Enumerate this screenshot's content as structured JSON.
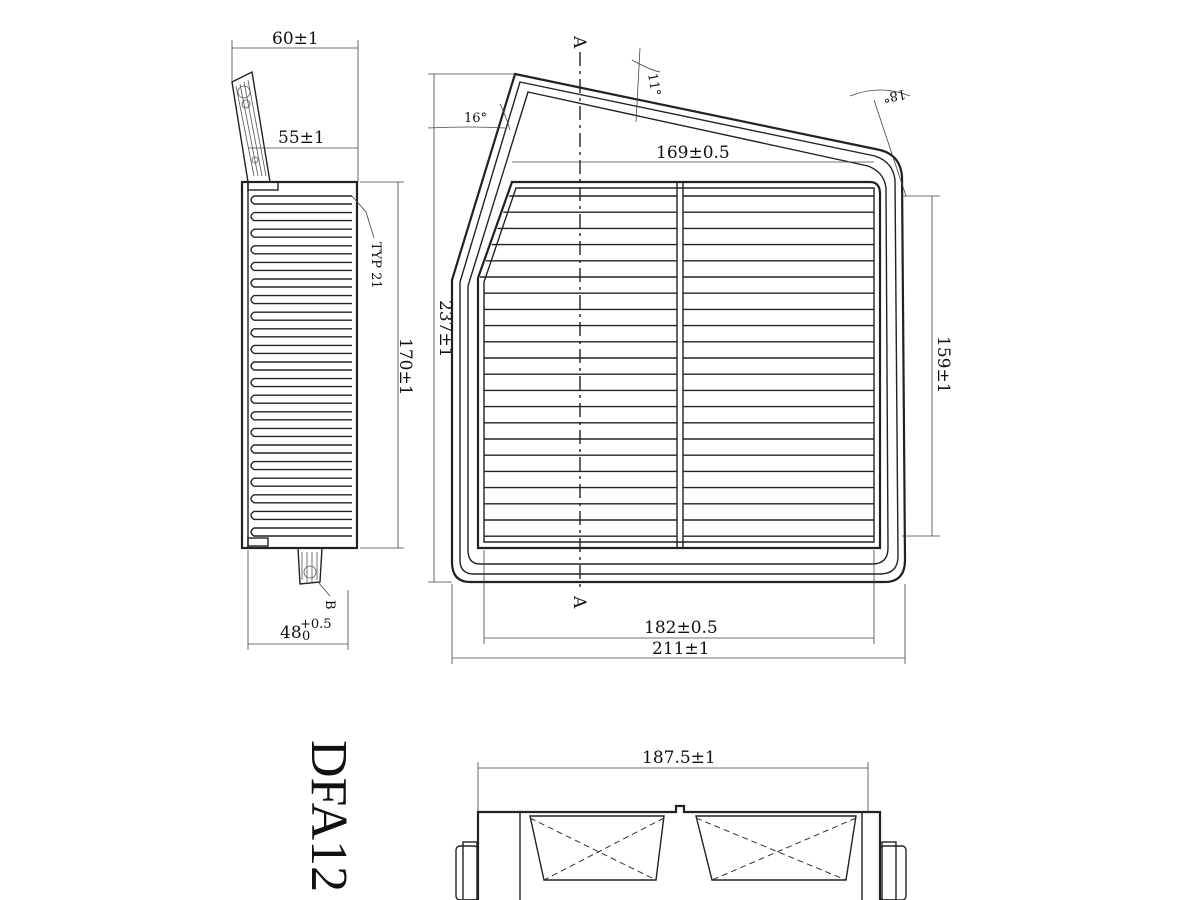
{
  "side_view": {
    "dim_overall_depth": "60±1",
    "dim_pleat_depth": "55±1",
    "dim_height": "170±1",
    "note_typ": "TYP 21",
    "dim_tab_main": "48",
    "dim_tab_tol": "+0.5",
    "dim_tab_tol_low": "0",
    "detail_label": "B"
  },
  "front_view": {
    "angle_top": "11°",
    "angle_left": "16°",
    "angle_right": "18°",
    "dim_top_width": "169±0.5",
    "dim_overall_height": "237±1",
    "dim_right_height": "159±1",
    "dim_inner_width": "182±0.5",
    "dim_overall_width": "211±1",
    "section_label_top": "A",
    "section_label_bottom": "A"
  },
  "bottom_view": {
    "dim_width": "187.5±1"
  },
  "part_number": "DFA12"
}
